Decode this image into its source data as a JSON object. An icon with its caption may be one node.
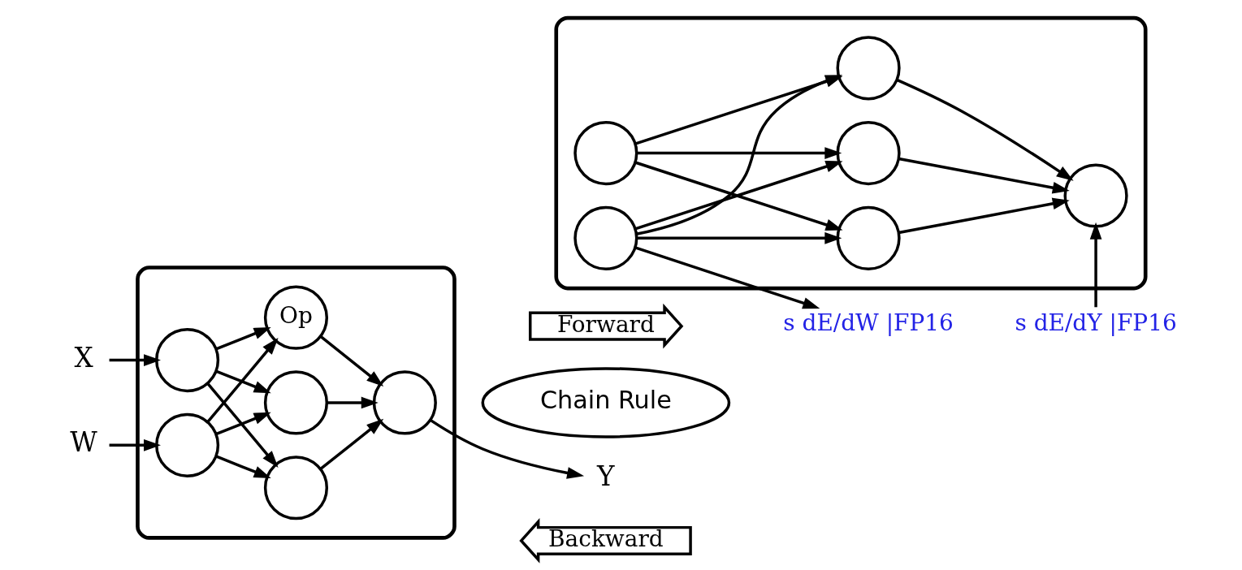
{
  "diagram": {
    "nodes": [
      {
        "text": [],
        "shape": "box"
      },
      {
        "text": [
          "X"
        ]
      },
      {
        "text": [
          "W"
        ]
      },
      {
        "text": [],
        "shape": "circle",
        "in": 0
      },
      {
        "text": [],
        "shape": "circle",
        "in": 0
      },
      {
        "text": [],
        "shape": "circle",
        "in": 0
      },
      {
        "text": [
          "Op"
        ],
        "in": 0
      },
      {
        "text": [],
        "shape": "circle",
        "in": 0
      },
      {
        "text": [],
        "shape": "circle",
        "in": 0
      },
      {
        "text": [
          "Y"
        ]
      },
      {
        "text": [
          "s dE/dW |FP16"
        ]
      },
      {
        "text": [],
        "shape": "box"
      },
      {
        "text": [],
        "shape": "circle",
        "in": 11
      },
      {
        "text": [],
        "shape": "circle",
        "in": 11
      },
      {
        "text": [],
        "shape": "circle",
        "in": 11
      },
      {
        "text": [],
        "shape": "circle",
        "in": 11
      },
      {
        "text": [],
        "shape": "circle",
        "in": 11
      },
      {
        "text": [],
        "shape": "circle",
        "in": 11
      },
      {
        "text": [
          "s dE/dY |FP16"
        ]
      },
      {
        "text": [
          "Forward"
        ]
      },
      {
        "text": [
          "Backward"
        ]
      },
      {
        "text": [
          "Chain Rule"
        ]
      }
    ],
    "edges": [
      {
        "from": 1,
        "to": 3,
        "arrow": "to"
      },
      {
        "from": 2,
        "to": 4,
        "arrow": "to"
      },
      {
        "from": 3,
        "to": 5,
        "arrow": "to"
      },
      {
        "from": 3,
        "to": 6,
        "arrow": "to"
      },
      {
        "from": 3,
        "to": 7,
        "arrow": "to"
      },
      {
        "from": 4,
        "to": 5,
        "arrow": "to"
      },
      {
        "from": 4,
        "to": 6,
        "arrow": "to"
      },
      {
        "from": 4,
        "to": 7,
        "arrow": "to"
      },
      {
        "from": 5,
        "to": 8,
        "arrow": "to"
      },
      {
        "from": 6,
        "to": 8,
        "arrow": "to"
      },
      {
        "from": 7,
        "to": 8,
        "arrow": "to"
      },
      {
        "from": 8,
        "to": 9,
        "arrow": "to"
      },
      {
        "from": 12,
        "to": 14,
        "arrow": "to"
      },
      {
        "from": 12,
        "to": 15,
        "arrow": "to"
      },
      {
        "from": 12,
        "to": 16,
        "arrow": "to"
      },
      {
        "from": 13,
        "to": 14,
        "arrow": "to"
      },
      {
        "from": 13,
        "to": 15,
        "arrow": "to"
      },
      {
        "from": 13,
        "to": 16,
        "arrow": "to"
      },
      {
        "from": 14,
        "to": 17,
        "arrow": "to"
      },
      {
        "from": 15,
        "to": 17,
        "arrow": "to"
      },
      {
        "from": 16,
        "to": 17,
        "arrow": "to"
      },
      {
        "from": 18,
        "to": 17,
        "arrow": "to"
      },
      {
        "from": 13,
        "to": 10,
        "arrow": "to"
      }
    ]
  }
}
